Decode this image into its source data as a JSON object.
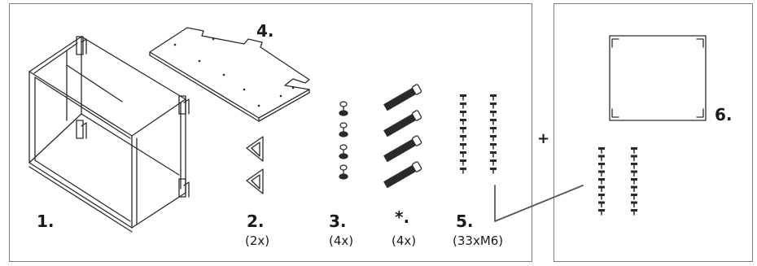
{
  "parts": [
    {
      "id": "cabinet_frame",
      "number": "1.",
      "quantity": ""
    },
    {
      "id": "corner_brackets",
      "number": "2.",
      "quantity": "(2x)"
    },
    {
      "id": "leveling_feet",
      "number": "3.",
      "quantity": "(4x)"
    },
    {
      "id": "optional_bolts",
      "number": "*.",
      "quantity": "(4x)"
    },
    {
      "id": "top_plate",
      "number": "4.",
      "quantity": ""
    },
    {
      "id": "screws",
      "number": "5.",
      "quantity": "(33xM6)"
    },
    {
      "id": "back_panel",
      "number": "6.",
      "quantity": ""
    }
  ],
  "plus_sign": "+"
}
